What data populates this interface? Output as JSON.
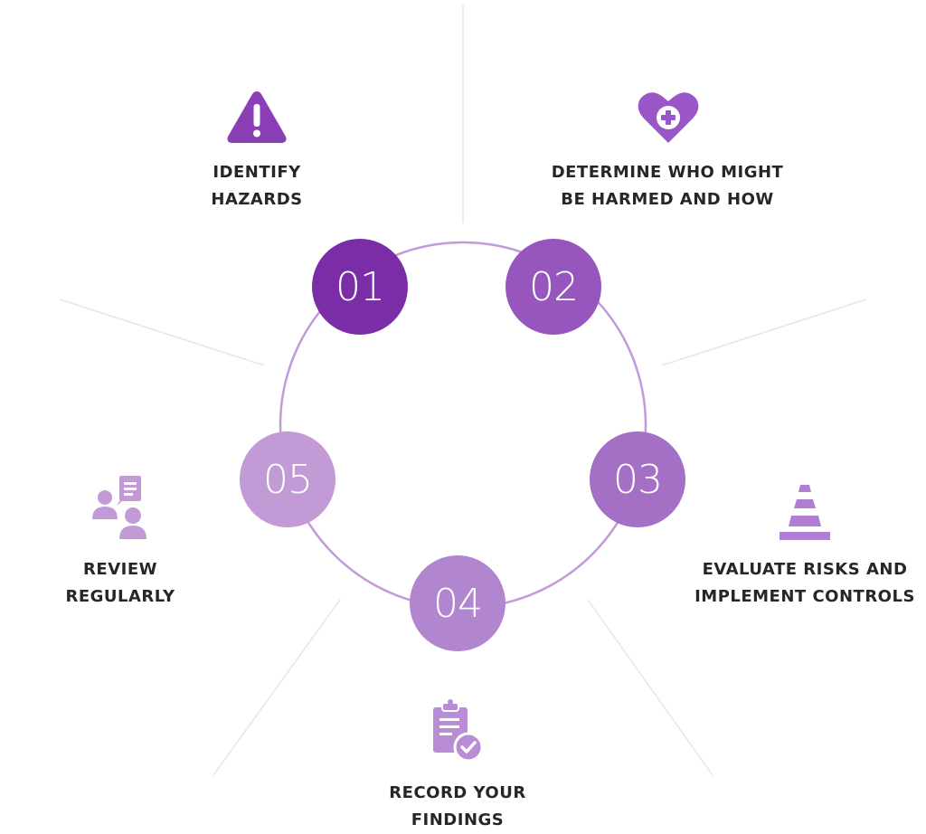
{
  "colors": {
    "step1": "#7a2da6",
    "step2": "#9656bd",
    "step3": "#a470c5",
    "step4": "#b286cf",
    "step5": "#c29bd6",
    "ring": "#c39ad9",
    "icon": "#8a3fb6",
    "icon_light": "#b98dd6"
  },
  "steps": [
    {
      "number": "01",
      "label_line1": "IDENTIFY",
      "label_line2": "HAZARDS",
      "icon": "warning-triangle-icon"
    },
    {
      "number": "02",
      "label_line1": "DETERMINE WHO MIGHT",
      "label_line2": "BE HARMED AND HOW",
      "icon": "heart-plus-icon"
    },
    {
      "number": "03",
      "label_line1": "EVALUATE RISKS AND",
      "label_line2": "IMPLEMENT CONTROLS",
      "icon": "traffic-cone-icon"
    },
    {
      "number": "04",
      "label_line1": "RECORD YOUR",
      "label_line2": "FINDINGS",
      "icon": "clipboard-check-icon"
    },
    {
      "number": "05",
      "label_line1": "REVIEW",
      "label_line2": "REGULARLY",
      "icon": "people-discussion-icon"
    }
  ]
}
